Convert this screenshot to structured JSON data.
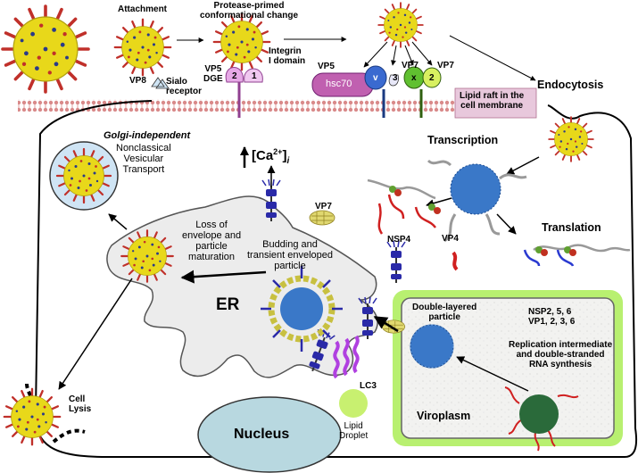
{
  "labels": {
    "attachment": "Attachment",
    "protease_change": "Protease-primed\nconformational change",
    "vp8": "VP8",
    "sialo_receptor": "Sialo\nreceptor",
    "vp5_dge": "VP5\nDGE",
    "integrin": "Integrin\nI domain",
    "domain_2": "2",
    "domain_1": "1",
    "vp5_top": "VP5",
    "hsc70": "hsc70",
    "v_label": "v",
    "num_3": "3",
    "vp7_a": "VP7",
    "x_label": "x",
    "vp7_b": "VP7",
    "num_2b": "2",
    "lipid_raft": "Lipid raft in the\ncell membrane",
    "endocytosis": "Endocytosis",
    "transcription": "Transcription",
    "translation": "Translation",
    "golgi_italic": "Golgi-independent",
    "golgi_rest": "Nonclassical\nVesicular\nTransport",
    "calcium_prefix": "[Ca",
    "calcium_sup": "2+",
    "calcium_suffix": "]",
    "calcium_sub": "i",
    "vp7_er": "VP7",
    "loss_of_envelope": "Loss of\nenvelope and\nparticle\nmaturation",
    "budding": "Budding and\ntransient enveloped\nparticle",
    "nsp4": "NSP4",
    "vp4": "VP4",
    "er": "ER",
    "double_layered": "Double-layered\nparticle",
    "nsp_list": "NSP2, 5, 6\nVP1, 2, 3, 6",
    "replication": "Replication intermediate\nand double-stranded\nRNA synthesis",
    "viroplasm": "Viroplasm",
    "lc3": "LC3",
    "lipid_droplet": "Lipid\nDroplet",
    "nucleus": "Nucleus",
    "cell_lysis": "Cell\nLysis"
  },
  "colors": {
    "virion_fill": "#e8d81a",
    "virion_spike": "#c0302a",
    "virion_dots": "#2a3a8a",
    "membrane": "#d98a8a",
    "lipid_raft_box": "#e8c8dc",
    "er_fill": "#ececec",
    "nucleus_fill": "#b8d8e0",
    "viroplasm_border": "#b8f070",
    "viroplasm_fill": "#f0f0ee",
    "lipid_droplet": "#c8f070",
    "hsc70": "#c060b0",
    "vp5_blue": "#3a6ad0",
    "vp7_green": "#60c030",
    "nsp4_blue": "#2a2aa8",
    "lc3_purple": "#b040e0",
    "dlp_blue": "#3a78c8",
    "replication_green": "#2a6a3a"
  },
  "icons": [
    "virion-icon",
    "nsp4-protein-icon",
    "vp7-cluster-icon",
    "rna-strand-icon",
    "up-arrow-icon"
  ]
}
